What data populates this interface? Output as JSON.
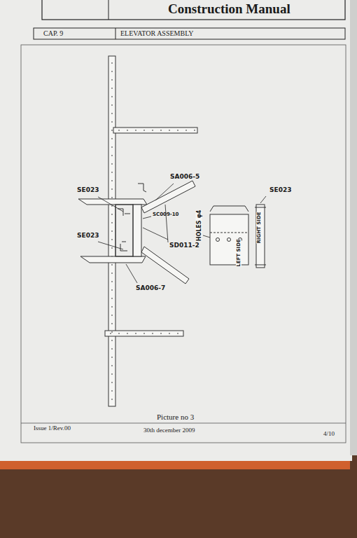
{
  "diagram": {
    "title": "Construction Manual",
    "caption": "Picture no 3",
    "labels": [
      "CAP. 9",
      "ELEVATOR ASSEMBLY",
      "SE023",
      "SA006-5",
      "SC009-10",
      "SD011-2",
      "SE023",
      "SA006-7",
      "HOLES φ4",
      "RIGHT SIDE",
      "LEFT SIDE",
      "SE023",
      "Issue 1/Rev.00",
      "30th december 2009",
      "4/10"
    ]
  }
}
